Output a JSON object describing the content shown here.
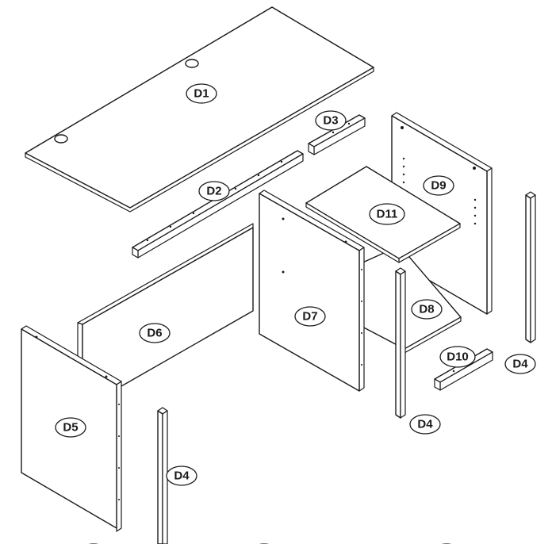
{
  "labels": {
    "d1": "D1",
    "d2": "D2",
    "d3": "D3",
    "d4_right": "D4",
    "d4_middle": "D4",
    "d4_bottom": "D4",
    "d5": "D5",
    "d6": "D6",
    "d7": "D7",
    "d8": "D8",
    "d9": "D9",
    "d10": "D10",
    "d11": "D11"
  }
}
